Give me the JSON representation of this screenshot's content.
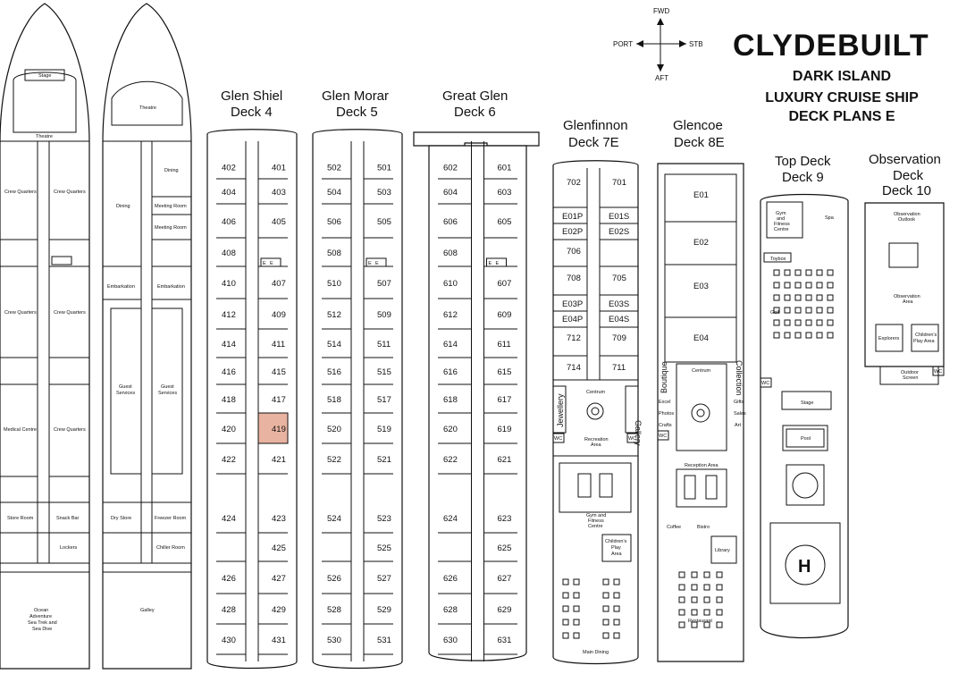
{
  "brand": {
    "logo": "CLYDEBUILT",
    "ship_name": "DARK ISLAND",
    "subtitle_1": "LUXURY CRUISE SHIP",
    "subtitle_2": "DECK PLANS E"
  },
  "compass": {
    "fwd": "FWD",
    "aft": "AFT",
    "port": "PORT",
    "stb": "STB"
  },
  "hull_a": {
    "stage": "Stage",
    "theatre": "Theatre",
    "crew_quarters": "Crew Quarters",
    "medical_centre": "Medical Centre",
    "store_room": "Store Room",
    "snack_bar": "Snack Bar",
    "lockers": "Lockers",
    "ocean_1": "Ocean",
    "ocean_2": "Adventure",
    "ocean_3": "Sea Trek and",
    "ocean_4": "Sea Dive"
  },
  "hull_b": {
    "theatre": "Theatre",
    "dining": "Dining",
    "meeting_room": "Meeting Room",
    "embarkation": "Embarkation",
    "guest_services_1": "Guest",
    "guest_services_2": "Services",
    "dry_store": "Dry Store",
    "freezer_room": "Freezer Room",
    "chiller_room": "Chiller Room",
    "galley": "Galley"
  },
  "decks": [
    {
      "name": "Glen Shiel",
      "deck": "Deck 4",
      "left": [
        "402",
        "404",
        "406",
        "408",
        "410",
        "412",
        "414",
        "416",
        "418",
        "420",
        "422",
        "424",
        "426",
        "428",
        "430"
      ],
      "right": [
        "401",
        "403",
        "405",
        "407",
        "409",
        "411",
        "415",
        "417",
        "419",
        "421",
        "423",
        "425",
        "427",
        "429",
        "431"
      ],
      "selected": "419"
    },
    {
      "name": "Glen Morar",
      "deck": "Deck 5",
      "left": [
        "502",
        "504",
        "506",
        "508",
        "510",
        "512",
        "514",
        "516",
        "518",
        "520",
        "522",
        "524",
        "526",
        "528",
        "530"
      ],
      "right": [
        "501",
        "503",
        "505",
        "507",
        "509",
        "511",
        "515",
        "517",
        "519",
        "521",
        "523",
        "525",
        "527",
        "529",
        "531"
      ]
    },
    {
      "name": "Great Glen",
      "deck": "Deck 6",
      "left": [
        "602",
        "604",
        "606",
        "608",
        "610",
        "612",
        "614",
        "616",
        "618",
        "620",
        "622",
        "624",
        "626",
        "628",
        "630"
      ],
      "right": [
        "601",
        "603",
        "605",
        "607",
        "609",
        "611",
        "615",
        "617",
        "619",
        "621",
        "623",
        "625",
        "627",
        "629",
        "631"
      ]
    },
    {
      "name": "Glenfinnon",
      "deck": "Deck 7E",
      "left": [
        "702",
        "E01P",
        "E02P",
        "706",
        "708",
        "E03P",
        "E04P",
        "712",
        "714"
      ],
      "right": [
        "701",
        "E01S",
        "E02S",
        "705",
        "E03S",
        "E04S",
        "709",
        "711"
      ],
      "jewellery": "Jewellery",
      "gallery": "Gallery",
      "centrum": "Centrum",
      "recreation_1": "Recreation",
      "recreation_2": "Area",
      "gym_1": "Gym and",
      "gym_2": "Fitness",
      "gym_3": "Centre",
      "play_1": "Children's",
      "play_2": "Play",
      "play_3": "Area",
      "main_dining": "Main Dining",
      "wc": "WC"
    },
    {
      "name": "Glencoe",
      "deck": "Deck 8E",
      "suites": [
        "E01",
        "E02",
        "E03",
        "E04"
      ],
      "boutique": "Boutique",
      "collection": "Collection",
      "centrum": "Centrum",
      "excel": "Excel",
      "photos": "Photos",
      "crafts": "Crafts",
      "gifts": "Gifts",
      "sales": "Sales",
      "art": "Art",
      "reception": "Reception Area",
      "coffee": "Coffee",
      "bistro": "Bistro",
      "library": "Library",
      "restaurant": "Restaurant",
      "wc": "WC"
    },
    {
      "name": "Top Deck",
      "deck": "Deck 9",
      "gym_1": "Gym",
      "gym_2": "and",
      "gym_3": "Fitness",
      "gym_4": "Centre",
      "spa": "Spa",
      "toybox": "Toybox",
      "golf": "Golf",
      "stage": "Stage",
      "pool": "Pool",
      "helipad": "H",
      "wc": "WC"
    },
    {
      "name": "Observation",
      "name2": "Deck",
      "deck": "Deck 10",
      "outlook_1": "Observation",
      "outlook_2": "Outlook",
      "area_1": "Observation",
      "area_2": "Area",
      "explorers": "Explorers",
      "play_1": "Children's",
      "play_2": "Play Area",
      "screen_1": "Outdoor",
      "screen_2": "Screen",
      "wc": "WC"
    }
  ],
  "lift": {
    "e": "E"
  }
}
